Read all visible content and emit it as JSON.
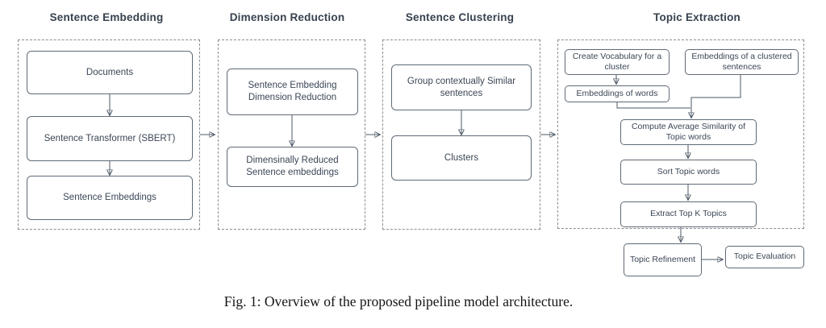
{
  "figure": {
    "caption": "Fig. 1: Overview of the proposed pipeline model architecture."
  },
  "colors": {
    "box_border": "#5f6a76",
    "box_text": "#3b4656",
    "title_text": "#37424f",
    "dashed_border": "#8c8c8c",
    "arrow": "#4d5866",
    "arrowhead": "#333e4b",
    "background": "#ffffff"
  },
  "sections": [
    {
      "title": "Sentence Embedding",
      "boxes": [
        "Documents",
        "Sentence Transformer (SBERT)",
        "Sentence Embeddings"
      ]
    },
    {
      "title": "Dimension Reduction",
      "boxes": [
        "Sentence Embedding Dimension Reduction",
        "Dimensinally Reduced Sentence embeddings"
      ]
    },
    {
      "title": "Sentence Clustering",
      "boxes": [
        "Group contextually Similar sentences",
        "Clusters"
      ]
    },
    {
      "title": "Topic Extraction",
      "boxes": [
        "Create Vocabulary  for a cluster",
        "Embeddings of a clustered sentences",
        "Embeddings of  words",
        "Compute Average Similarity of Topic words",
        "Sort Topic words",
        "Extract Top K Topics",
        "Topic Refinement",
        "Topic Evaluation"
      ]
    }
  ]
}
